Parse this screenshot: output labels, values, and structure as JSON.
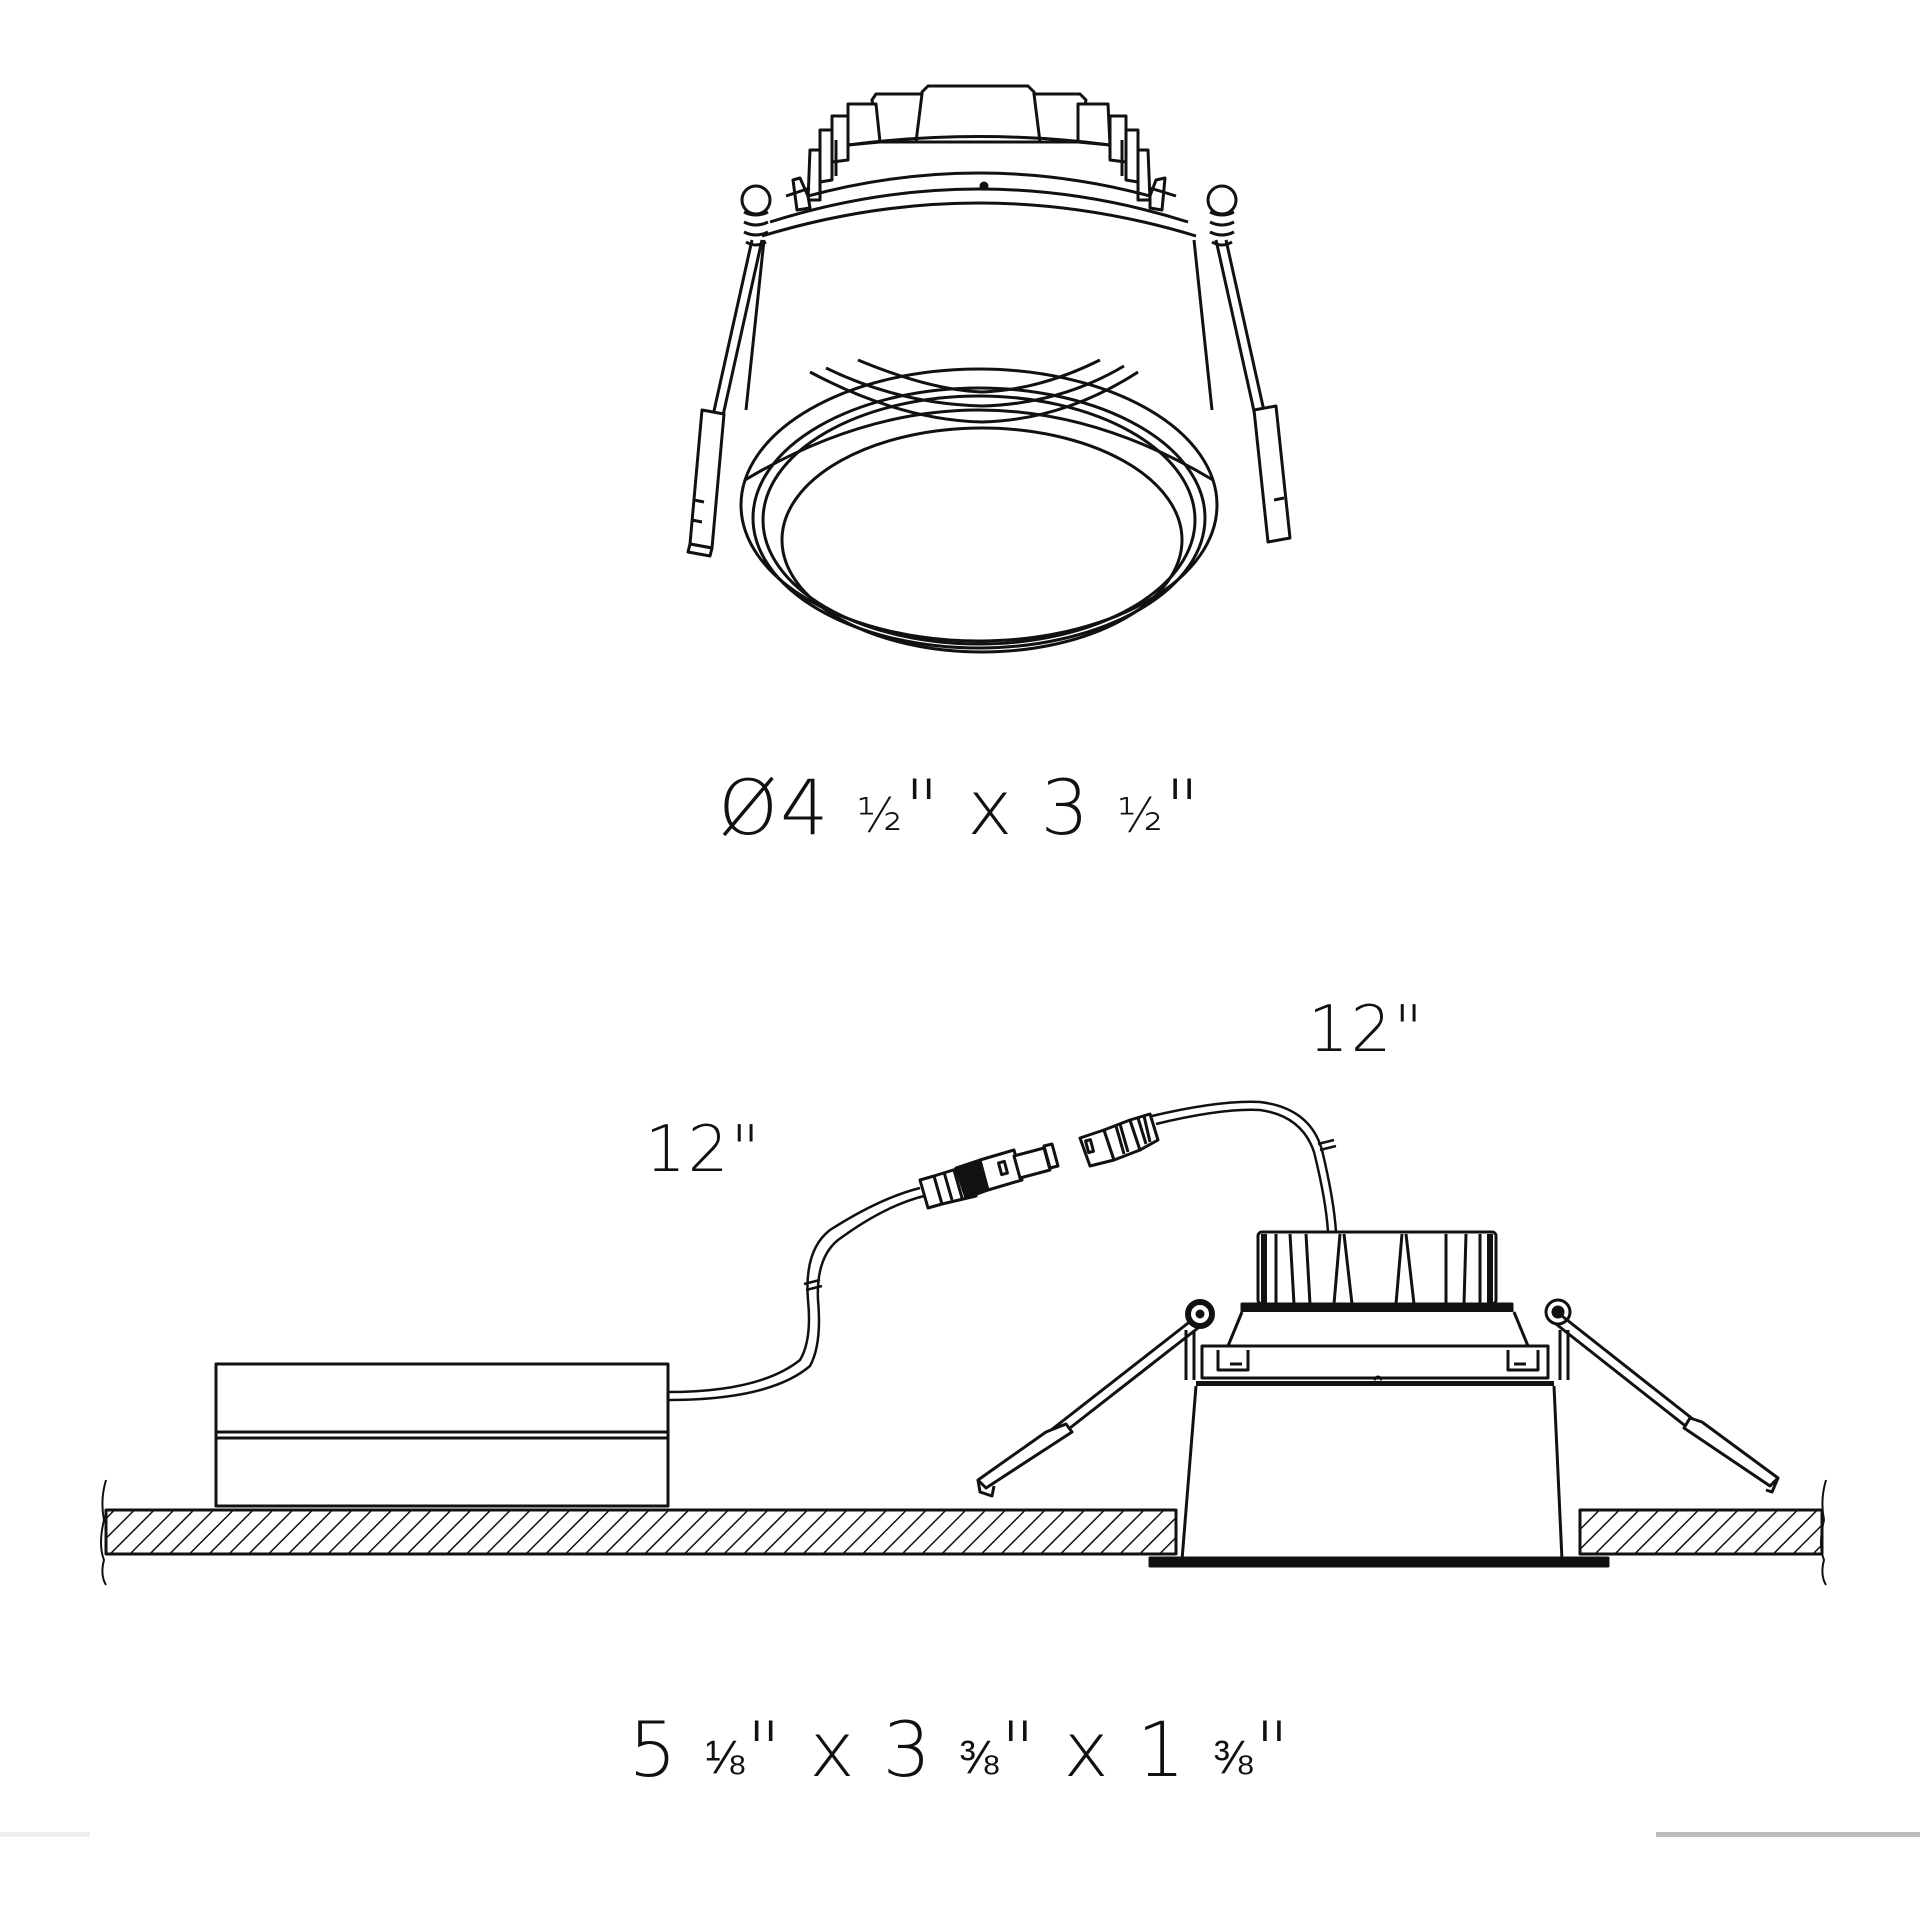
{
  "diagram": {
    "type": "product-dimension-drawing",
    "subject": "recessed LED downlight with remote driver",
    "views": [
      {
        "id": "perspective-view",
        "description": "isometric view of round recessed downlight with spring clips and finned heatsink"
      },
      {
        "id": "installation-side-view",
        "description": "side elevation of fixture installed in ceiling with junction/driver box connected by cables"
      }
    ],
    "labels": {
      "fixture_dimensions": {
        "symbol": "Ø",
        "text": "Ø4 ½\" x 3 ½\"",
        "diameter_whole": "4",
        "diameter_fraction": "½",
        "height_whole": "3",
        "height_fraction": "½",
        "unit": "\"",
        "separator": "x"
      },
      "driver_dimensions": {
        "text": "5 ⅛\" x 3 ⅜\" x 1 ⅜\"",
        "length_whole": "5",
        "length_fraction": "⅛",
        "width_whole": "3",
        "width_fraction": "⅜",
        "height_whole": "1",
        "height_fraction": "⅜",
        "unit": "\"",
        "separator": "x"
      },
      "cable_driver_side": "12\"",
      "cable_fixture_side": "12\""
    },
    "colors": {
      "line": "#111111",
      "background": "#ffffff",
      "connector_band": "#111111"
    }
  }
}
